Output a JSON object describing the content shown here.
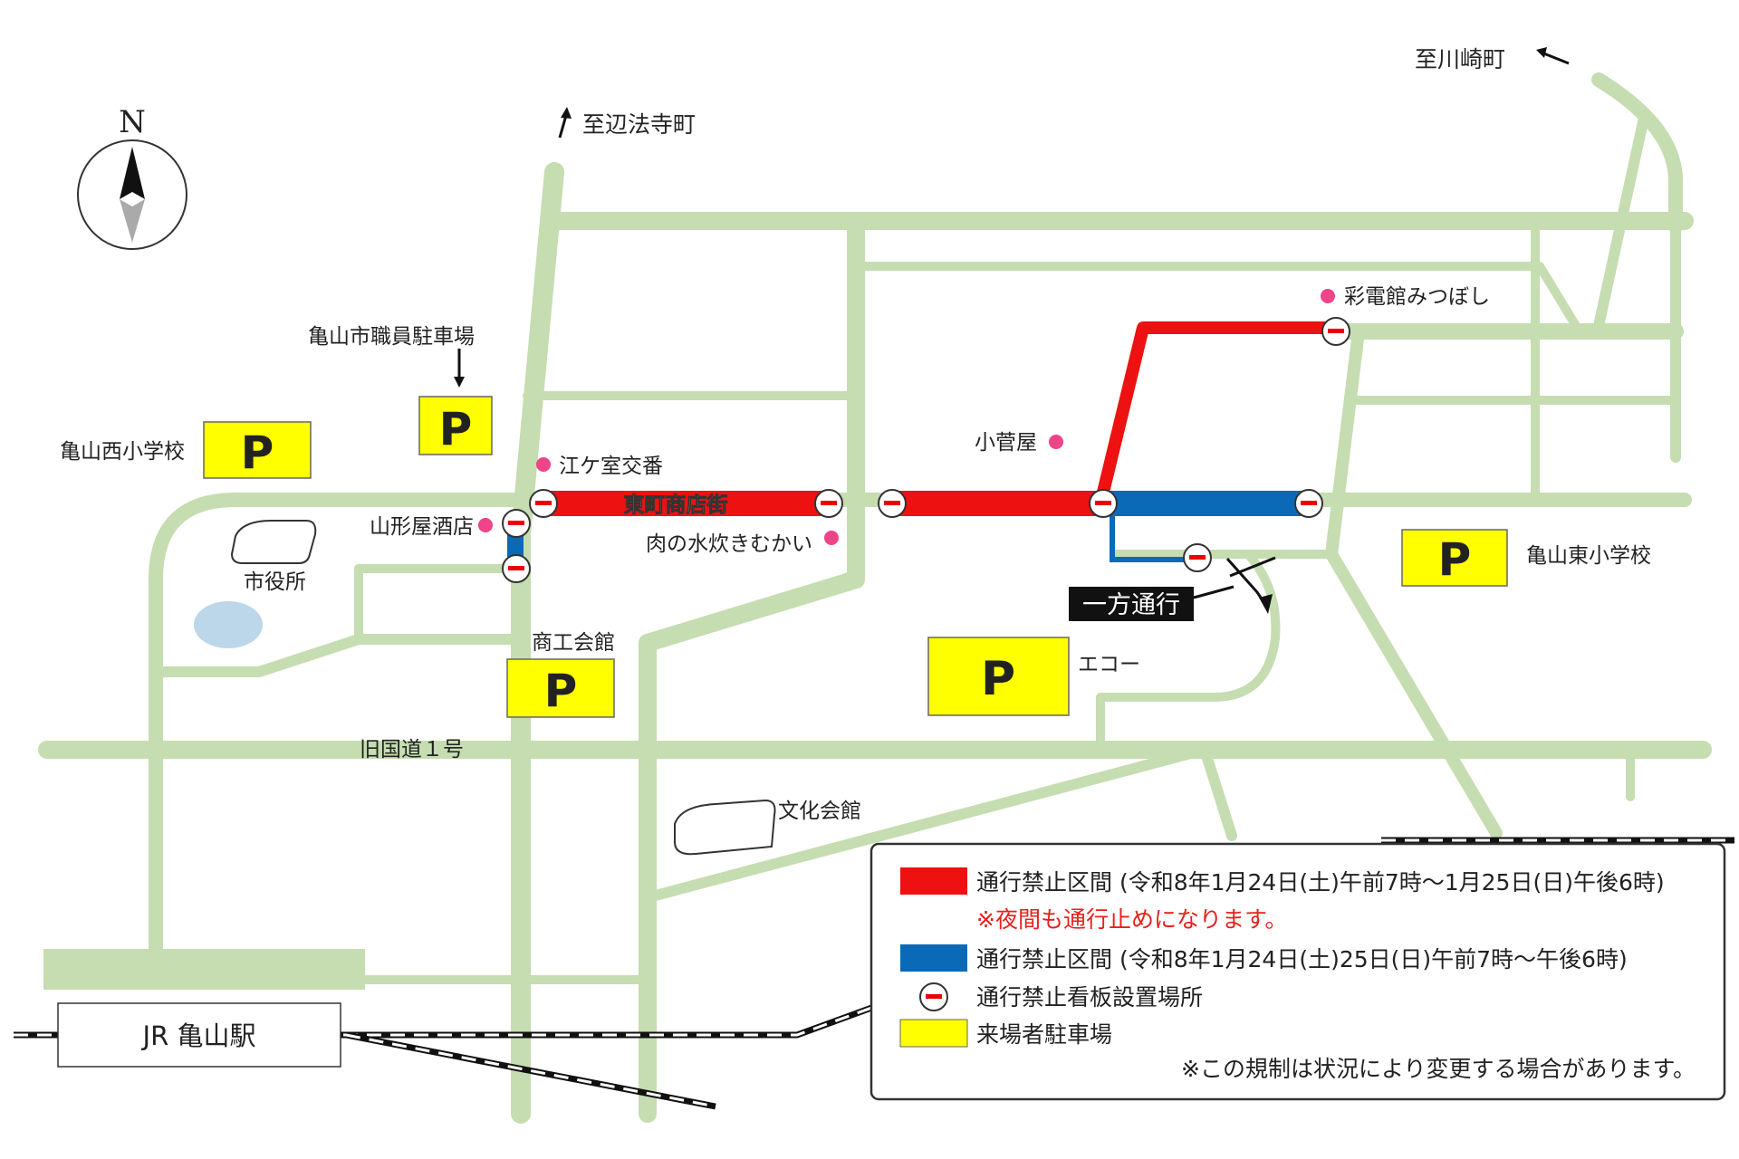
{
  "compass": {
    "north_label": "N"
  },
  "directions": {
    "to_henpoji": "至辺法寺町",
    "to_kawasaki": "至川崎町"
  },
  "streets": {
    "shopping_street": "東町商店街",
    "old_route1": "旧国道１号"
  },
  "places": {
    "staff_parking": "亀山市職員駐車場",
    "nishi_school": "亀山西小学校",
    "higashi_school": "亀山東小学校",
    "city_hall": "市役所",
    "chamber": "商工会館",
    "echo": "エコー",
    "culture_hall": "文化会館",
    "station": "JR 亀山駅"
  },
  "shops": {
    "ekemuro": "江ケ室交番",
    "yamagataya": "山形屋酒店",
    "mizutaki": "肉の水炊きむかい",
    "kosugeya": "小菅屋",
    "mitsuboshi": "彩電館みつぼし"
  },
  "one_way": "一方通行",
  "parking_symbol": "P",
  "legend": {
    "red_text": "通行禁止区間 (令和8年1月24日(土)午前7時～1月25日(日)午後6時)",
    "red_note": "※夜間も通行止めになります。",
    "blue_text": "通行禁止区間 (令和8年1月24日(土)25日(日)午前7時～午後6時)",
    "sign_text": "通行禁止看板設置場所",
    "parking_text": "来場者駐車場",
    "footnote": "※この規制は状況により変更する場合があります。"
  },
  "colors": {
    "road": "#c5ddb0",
    "closure_red": "#ee1111",
    "closure_blue": "#0a6ab8",
    "parking": "#ffff00",
    "shop_dot": "#ee4488",
    "note_red": "#e8201a"
  }
}
